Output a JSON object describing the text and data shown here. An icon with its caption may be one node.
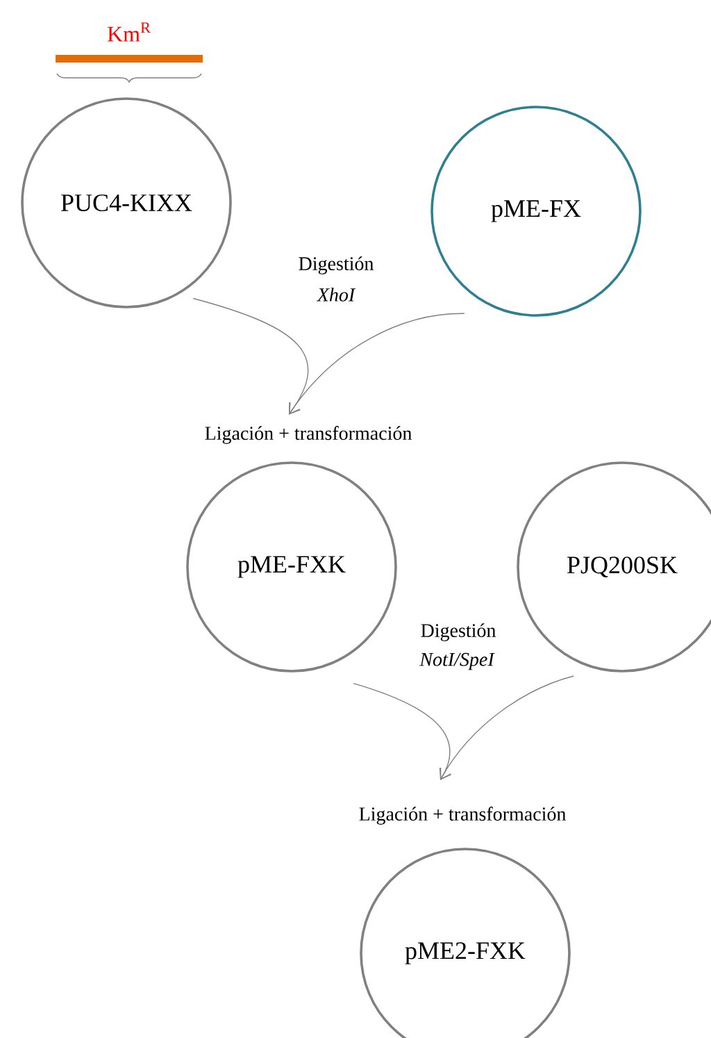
{
  "diagram": {
    "nodes": [
      {
        "text": [
          "PUC4-KIXX"
        ]
      },
      {
        "text": [
          "pME-FX"
        ]
      },
      {
        "text": [
          "Ligación + transformación"
        ]
      },
      {
        "text": [
          "pME-FXK"
        ]
      },
      {
        "text": [
          "PJQ200SK"
        ]
      },
      {
        "text": [
          "Ligación + transformación"
        ]
      },
      {
        "text": [
          "pME2-FXK"
        ]
      }
    ],
    "edges": [
      {
        "from": 0,
        "to": 2,
        "arrow": "to"
      },
      {
        "from": 1,
        "to": 2,
        "arrow": "to"
      },
      {
        "from": 3,
        "to": 5,
        "arrow": "to"
      },
      {
        "from": 4,
        "to": 5,
        "arrow": "to"
      }
    ],
    "labels": [
      "Km$^{R}$",
      "Digestión",
      "XhoI",
      "Digestión",
      "NotI/SpeI"
    ]
  }
}
